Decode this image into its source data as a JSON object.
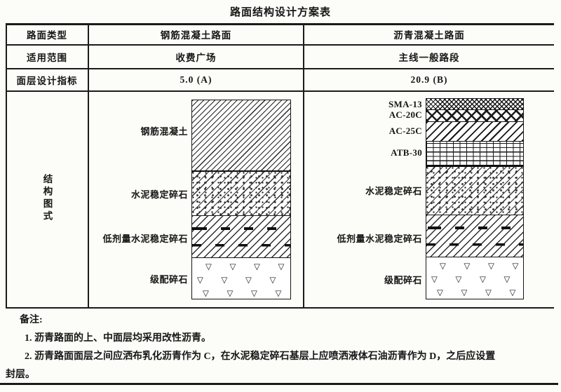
{
  "title": "路面结构设计方案表",
  "table": {
    "rows": [
      {
        "label": "路面类型",
        "left_value": "钢筋混凝土路面",
        "right_value": "沥青混凝土路面"
      },
      {
        "label": "适用范围",
        "left_value": "收费广场",
        "right_value": "主线一般路段"
      },
      {
        "label": "面层设计指标",
        "left_value": "5.0 (A)",
        "right_value": "20.9 (B)"
      },
      {
        "label": "结构图式"
      }
    ]
  },
  "diagrams": {
    "triangle_glyph": "▽",
    "left": {
      "layers": [
        {
          "name": "钢筋混凝土",
          "pattern": "hatch"
        },
        {
          "name": "水泥稳定碎石",
          "pattern": "hatch-dots"
        },
        {
          "name": "低剂量水泥稳定碎石",
          "pattern": "hatch-dash"
        },
        {
          "name": "级配碎石",
          "pattern": "triangles"
        }
      ]
    },
    "right": {
      "layers": [
        {
          "name": "SMA-13",
          "pattern": "crosshatch-dense"
        },
        {
          "name": "AC-20C",
          "pattern": "crosshatch-coarse"
        },
        {
          "name": "AC-25C",
          "pattern": "hatch-wide"
        },
        {
          "name": "ATB-30",
          "pattern": "grid"
        },
        {
          "name": "水泥稳定碎石",
          "pattern": "hatch-dots"
        },
        {
          "name": "低剂量水泥稳定碎石",
          "pattern": "hatch-dash"
        },
        {
          "name": "级配碎石",
          "pattern": "triangles"
        }
      ]
    }
  },
  "notes": {
    "heading": "备注:",
    "lines": [
      "1. 沥青路面的上、中面层均采用改性沥青。",
      "2. 沥青路面面层之间应洒布乳化沥青作为 C，在水泥稳定碎石基层上应喷洒液体石油沥青作为 D，之后应设置",
      "封层。"
    ]
  },
  "colors": {
    "ink": "#161616",
    "paper": "#fcfcf8"
  }
}
